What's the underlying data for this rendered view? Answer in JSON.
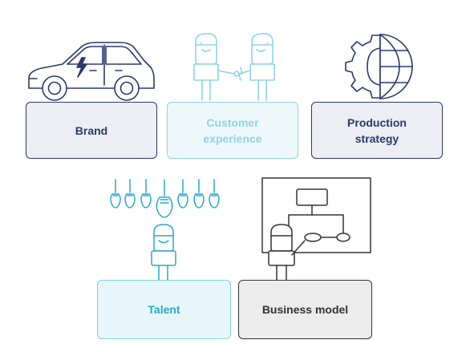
{
  "diagram": {
    "cards": {
      "brand": {
        "label": "Brand"
      },
      "customer_experience": {
        "label": "Customer\nexperience"
      },
      "production_strategy": {
        "label": "Production\nstrategy"
      },
      "talent": {
        "label": "Talent"
      },
      "business_model": {
        "label": "Business model"
      }
    },
    "illustrations": {
      "brand": "electric-car-icon",
      "customer_experience": "handshake-icon",
      "production_strategy": "gear-globe-icon",
      "talent": "lightbulbs-person-icon",
      "business_model": "whiteboard-presenter-icon"
    }
  }
}
